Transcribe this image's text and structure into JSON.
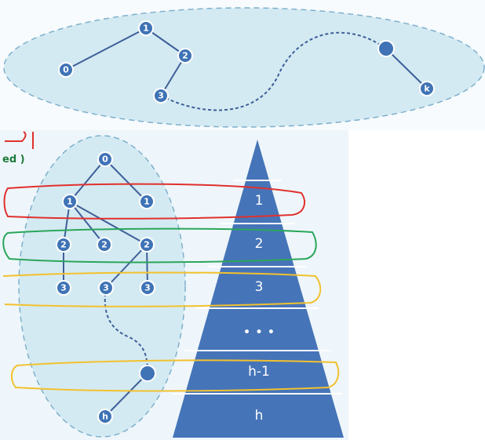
{
  "top_graph": {
    "nodes": [
      "1",
      "0",
      "2",
      "3",
      "",
      "k"
    ]
  },
  "bottom_tree": {
    "nodes": [
      "0",
      "1",
      "1",
      "2",
      "2",
      "2",
      "3",
      "3",
      "3",
      "",
      "h"
    ]
  },
  "pyramid": {
    "levels": [
      "1",
      "2",
      "3",
      "• • •",
      "h-1",
      "h"
    ]
  },
  "corner_text": "ed )",
  "colors": {
    "ellipse_fill": "#d4eaf2",
    "ellipse_stroke": "#7fb0cc",
    "node_fill": "#3f73b6",
    "edge": "#3e5f99",
    "pyramid": "#4674b8",
    "loop_red": "#e0312d",
    "loop_green": "#2aa65a",
    "loop_yellow": "#f2c12e",
    "corner_text": "#1e7a3a"
  }
}
